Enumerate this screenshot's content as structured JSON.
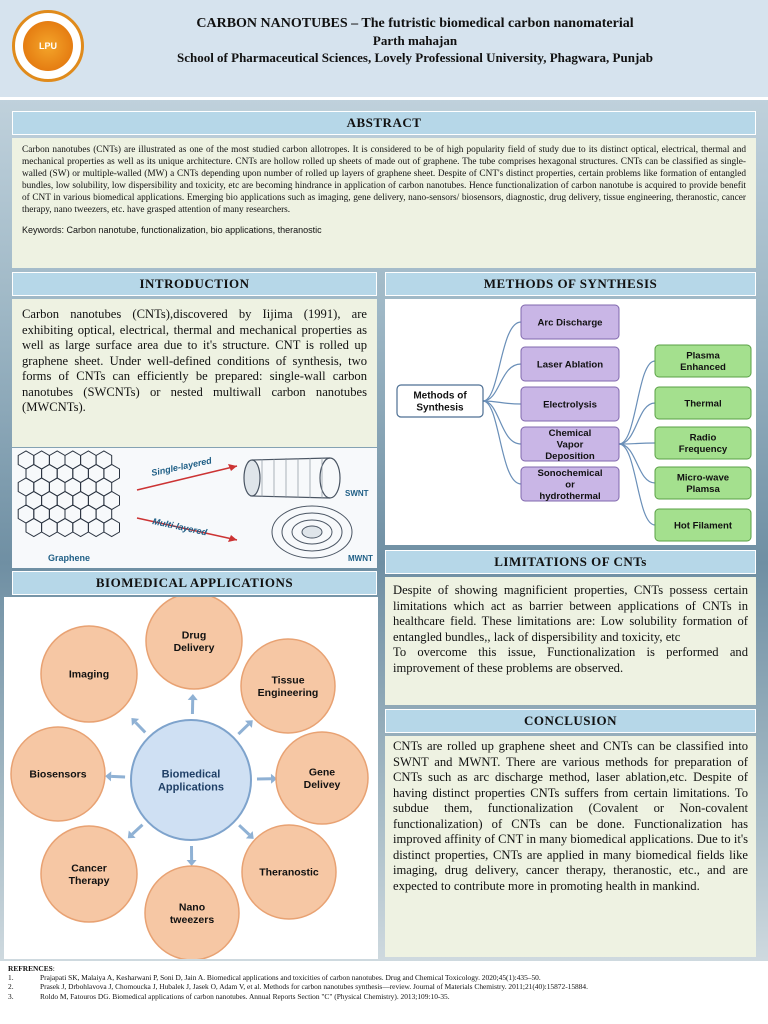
{
  "header": {
    "title": "CARBON NANOTUBES – The futristic biomedical carbon nanomaterial",
    "author": "Parth mahajan",
    "school": "School of Pharmaceutical Sciences, Lovely Professional University, Phagwara, Punjab",
    "logo_text": "LPU"
  },
  "abstract": {
    "heading": "ABSTRACT",
    "text": "Carbon nanotubes (CNTs) are illustrated as one of the most studied carbon allotropes. It is considered to be of high popularity field of study due to its distinct optical, electrical, thermal and mechanical properties as well as its unique architecture. CNTs are hollow rolled up sheets of made out of graphene. The tube comprises hexagonal structures. CNTs can be classified as single-walled (SW) or multiple-walled (MW) a CNTs depending upon number of rolled up layers of graphene sheet. Despite of CNT's distinct properties, certain problems like formation of entangled bundles, low solubility, low dispersibility and toxicity, etc are becoming hindrance in application of carbon nanotubes. Hence functionalization of carbon nanotube is acquired to provide benefit of CNT in various biomedical applications. Emerging bio applications such as imaging, gene delivery, nano-sensors/ biosensors, diagnostic, drug delivery, tissue engineering, theranostic, cancer therapy, nano tweezers, etc. have grasped attention of many researchers.",
    "keywords": "Keywords: Carbon nanotube, functionalization, bio applications, theranostic"
  },
  "introduction": {
    "heading": "INTRODUCTION",
    "text": "Carbon nanotubes (CNTs),discovered by Iijima (1991), are exhibiting optical, electrical, thermal and mechanical properties as well as large surface area due to it's structure. CNT is rolled up graphene sheet. Under well-defined conditions of synthesis, two forms of CNTs can efficiently be prepared: single-wall carbon nanotubes (SWCNTs) or nested multiwall carbon nanotubes (MWCNTs).",
    "figure": {
      "graphene": "Graphene",
      "single": "Single-layered",
      "multi": "Multi-layered",
      "swnt": "SWNT",
      "mwnt": "MWNT"
    }
  },
  "methods": {
    "heading": "METHODS OF SYNTHESIS",
    "root": [
      "Methods of",
      "Synthesis"
    ],
    "methods": [
      [
        "Arc Discharge"
      ],
      [
        "Laser Ablation"
      ],
      [
        "Electrolysis"
      ],
      [
        "Chemical",
        "Vapor",
        "Deposition"
      ],
      [
        "Sonochemical",
        "or",
        "hydrothermal"
      ]
    ],
    "cvd_types": [
      [
        "Plasma",
        "Enhanced"
      ],
      [
        "Thermal"
      ],
      [
        "Radio",
        "Frequency"
      ],
      [
        "Micro-wave",
        "Plamsa"
      ],
      [
        "Hot Filament"
      ]
    ]
  },
  "limitations": {
    "heading": "LIMITATIONS OF CNTs",
    "text": "Despite of showing magnificient properties, CNTs possess certain limitations which act as barrier between applications of CNTs in healthcare field. These limitations are: Low solubility formation of entangled bundles,, lack of dispersibility and toxicity, etc",
    "text2": "To overcome this issue, Functionalization is performed and improvement of these problems are observed."
  },
  "conclusion": {
    "heading": "CONCLUSION",
    "text": "CNTs are rolled up graphene sheet and CNTs can be classified into SWNT and MWNT. There are various methods for preparation of CNTs such as arc discharge method, laser ablation,etc. Despite of having distinct properties CNTs suffers from certain limitations. To subdue them, functionalization (Covalent or Non-covalent functionalization) of CNTs can be done. Functionalization has improved affinity of CNT in many biomedical applications. Due to it's distinct properties, CNTs are applied in many biomedical fields like imaging, drug delivery, cancer therapy, theranostic, etc., and are expected to contribute more in promoting health in mankind."
  },
  "biomedical": {
    "heading": "BIOMEDICAL APPLICATIONS",
    "center": [
      "Biomedical",
      "Applications"
    ],
    "nodes": [
      [
        "Drug",
        "Delivery"
      ],
      [
        "Tissue",
        "Engineering"
      ],
      [
        "Gene",
        "Delivey"
      ],
      [
        "Theranostic"
      ],
      [
        "Nano",
        "tweezers"
      ],
      [
        "Cancer",
        "Therapy"
      ],
      [
        "Biosensors"
      ],
      [
        "Imaging"
      ]
    ]
  },
  "references": {
    "heading": "REFRENCES",
    "items": [
      {
        "n": "1.",
        "text": "Prajapati SK, Malaiya A, Kesharwani P, Soni D, Jain A. Biomedical applications and toxicities of carbon nanotubes. Drug and Chemical Toxicology. 2020;45(1):435–50."
      },
      {
        "n": "2.",
        "text": "Prasek J, Drbohlavova J, Chomoucka J, Hubalek J, Jasek O, Adam V, et al. Methods for carbon nanotubes synthesis—review. Journal of Materials Chemistry. 2011;21(40):15872-15884."
      },
      {
        "n": "3.",
        "text": "Roldo M, Fatouros DG. Biomedical applications of carbon nanotubes. Annual Reports Section \"C\" (Physical Chemistry). 2013;109:10-35."
      }
    ]
  },
  "colors": {
    "section_heading": "#b6d7e8",
    "panel": "#eef2e2",
    "method_box": "#c9b6e6",
    "cvd_box": "#a4e08e",
    "bio_node": "#f6c7a4"
  }
}
